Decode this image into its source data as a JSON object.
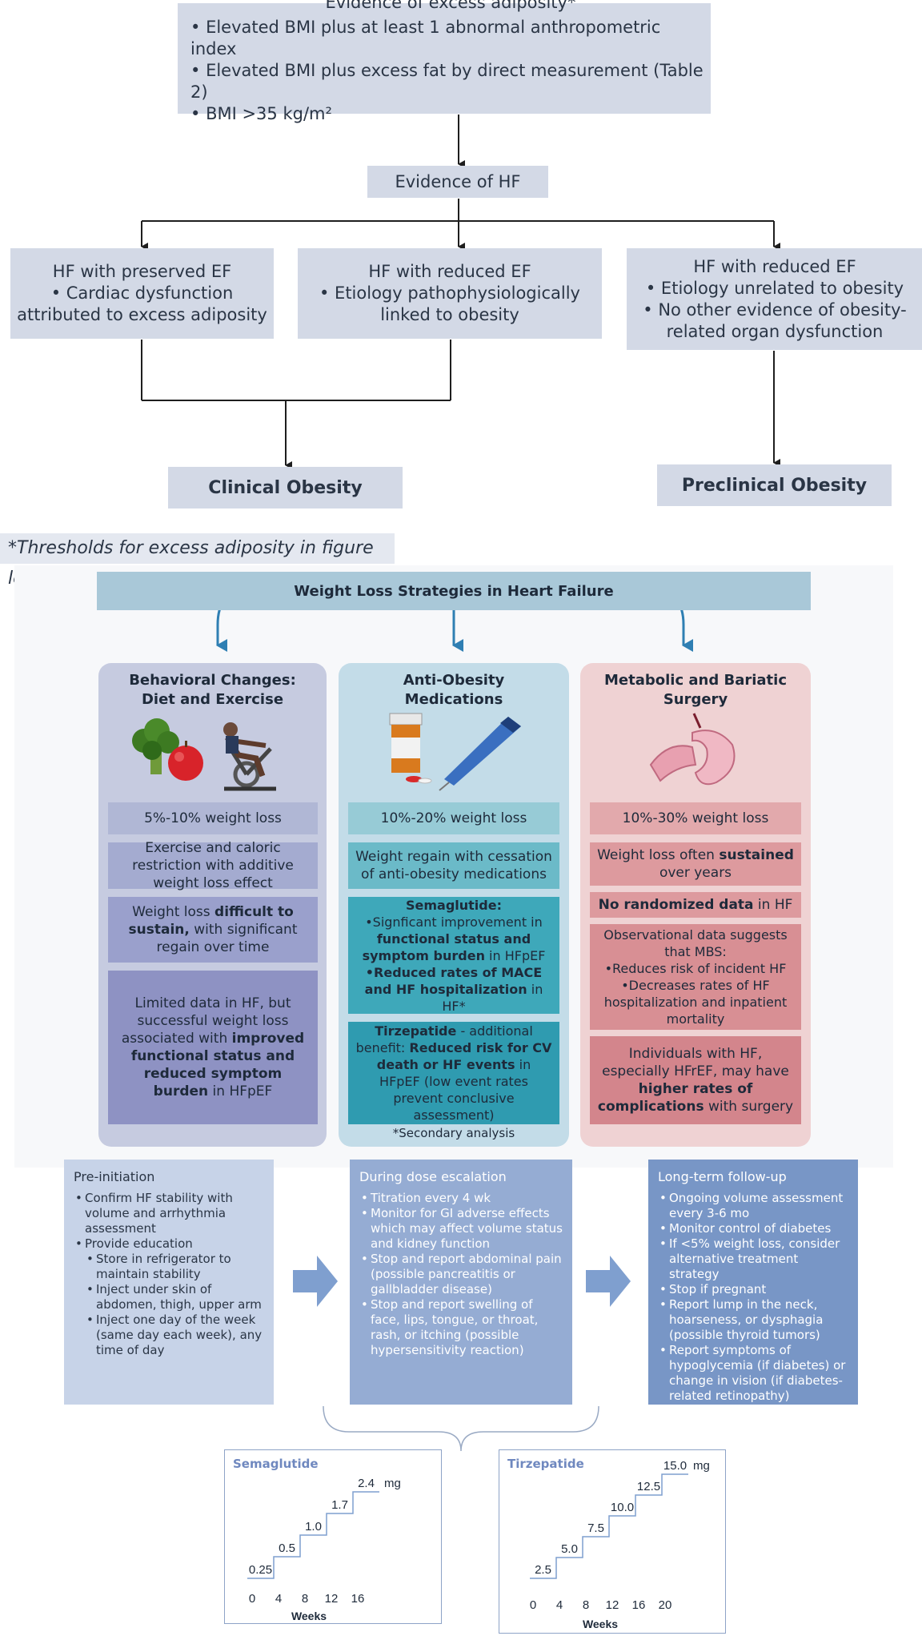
{
  "flowchart": {
    "evidence_adiposity": {
      "title": "Evidence of excess adiposity*",
      "items": [
        "Elevated BMI plus at least 1 abnormal anthropometric index",
        "Elevated BMI plus excess fat by direct measurement (Table 2)",
        "BMI >35 kg/m²"
      ]
    },
    "evidence_hf": "Evidence of HF",
    "branches": [
      {
        "title": "HF with preserved EF",
        "lines": [
          "• Cardiac dysfunction",
          "attributed to excess adiposity"
        ]
      },
      {
        "title": "HF with reduced EF",
        "lines": [
          "• Etiology pathophysiologically",
          "linked to obesity"
        ]
      },
      {
        "title": "HF with reduced EF",
        "lines": [
          "• Etiology unrelated to obesity",
          "• No other evidence of obesity-",
          "related organ dysfunction"
        ]
      }
    ],
    "outcome_left": "Clinical Obesity",
    "outcome_right": "Preclinical Obesity",
    "footnote": "*Thresholds for excess adiposity in figure legend"
  },
  "strategies": {
    "banner": "Weight Loss Strategies in Heart Failure",
    "secondary_note": "*Secondary analysis",
    "columns": [
      {
        "title_l1": "Behavioral Changes:",
        "title_l2": "Diet and Exercise",
        "weight_loss": "5%-10% weight loss",
        "box2": "Exercise and caloric restriction with additive weight loss effect",
        "box3_pre": "Weight loss ",
        "box3_bold": "difficult to sustain,",
        "box3_post": " with significant regain over time",
        "box4_pre": "Limited data in HF, but successful weight loss associated with ",
        "box4_bold": "improved functional status and reduced symptom burden",
        "box4_post": " in HFpEF"
      },
      {
        "title_l1": "Anti-Obesity",
        "title_l2": "Medications",
        "weight_loss": "10%-20% weight loss",
        "box2": "Weight regain with cessation of anti-obesity medications",
        "box3_title": "Semaglutide:",
        "box3_b1_pre": "•Signficant improvement in ",
        "box3_b1_bold": "functional status and symptom burden",
        "box3_b1_post": " in HFpEF",
        "box3_b2_bold": "•Reduced rates of MACE and HF hospitalization",
        "box3_b2_post": " in HF*",
        "box4_bold1": "Tirzepatide",
        "box4_mid": " - additional benefit: ",
        "box4_bold2": "Reduced risk for CV death or HF events",
        "box4_post": " in HFpEF (low event rates prevent conclusive assessment)"
      },
      {
        "title_l1": "Metabolic and Bariatic",
        "title_l2": "Surgery",
        "weight_loss": "10%-30% weight loss",
        "box2_pre": "Weight loss often ",
        "box2_bold": "sustained",
        "box2_post": " over years",
        "box3_bold": "No randomized data",
        "box3_post": " in HF",
        "box4_l1": "Observational data suggests that MBS:",
        "box4_b1": "•Reduces risk of incident HF",
        "box4_b2": "•Decreases rates of HF hospitalization and inpatient mortality",
        "box5_pre": "Individuals with HF, especially HFrEF, may have ",
        "box5_bold": "higher rates of complications",
        "box5_post": " with surgery"
      }
    ]
  },
  "management": {
    "pre_initiation": {
      "heading": "Pre-initiation",
      "i1": "Confirm HF stability with volume and arrhythmia assessment",
      "i2": "Provide education",
      "s1": "Store in refrigerator to maintain stability",
      "s2": "Inject under skin of abdomen, thigh, upper arm",
      "s3": "Inject one day of the week (same day each week), any time of day"
    },
    "dose_escalation": {
      "heading": "During dose escalation",
      "i1": "Titration every 4 wk",
      "i2": "Monitor for GI adverse effects which may affect volume status and kidney function",
      "i3": "Stop and report abdominal pain (possible pancreatitis or gallbladder disease)",
      "i4": "Stop and report swelling of face, lips, tongue, or throat, rash, or itching (possible hypersensitivity reaction)"
    },
    "long_term": {
      "heading": "Long-term follow-up",
      "i1": "Ongoing volume assessment every 3-6 mo",
      "i2": "Monitor control of diabetes",
      "i3": "If <5% weight loss, consider alternative treatment strategy",
      "i4": "Stop if pregnant",
      "i5": "Report lump in the neck, hoarseness, or dysphagia (possible thyroid tumors)",
      "i6": "Report symptoms of hypoglycemia (if diabetes) or change in vision (if diabetes-related retinopathy)"
    }
  },
  "chart_data": [
    {
      "type": "line",
      "title": "Semaglutide",
      "xlabel": "Weeks",
      "unit": "mg",
      "x_ticks": [
        "0",
        "4",
        "8",
        "12",
        "16"
      ],
      "steps": [
        {
          "start_week": 0,
          "dose": 0.25,
          "label": "0.25"
        },
        {
          "start_week": 4,
          "dose": 0.5,
          "label": "0.5"
        },
        {
          "start_week": 8,
          "dose": 1.0,
          "label": "1.0"
        },
        {
          "start_week": 12,
          "dose": 1.7,
          "label": "1.7"
        },
        {
          "start_week": 16,
          "dose": 2.4,
          "label": "2.4"
        }
      ]
    },
    {
      "type": "line",
      "title": "Tirzepatide",
      "xlabel": "Weeks",
      "unit": "mg",
      "x_ticks": [
        "0",
        "4",
        "8",
        "12",
        "16",
        "20"
      ],
      "steps": [
        {
          "start_week": 0,
          "dose": 2.5,
          "label": "2.5"
        },
        {
          "start_week": 4,
          "dose": 5.0,
          "label": "5.0"
        },
        {
          "start_week": 8,
          "dose": 7.5,
          "label": "7.5"
        },
        {
          "start_week": 12,
          "dose": 10.0,
          "label": "10.0"
        },
        {
          "start_week": 16,
          "dose": 12.5,
          "label": "12.5"
        },
        {
          "start_week": 20,
          "dose": 15.0,
          "label": "15.0"
        }
      ]
    }
  ]
}
